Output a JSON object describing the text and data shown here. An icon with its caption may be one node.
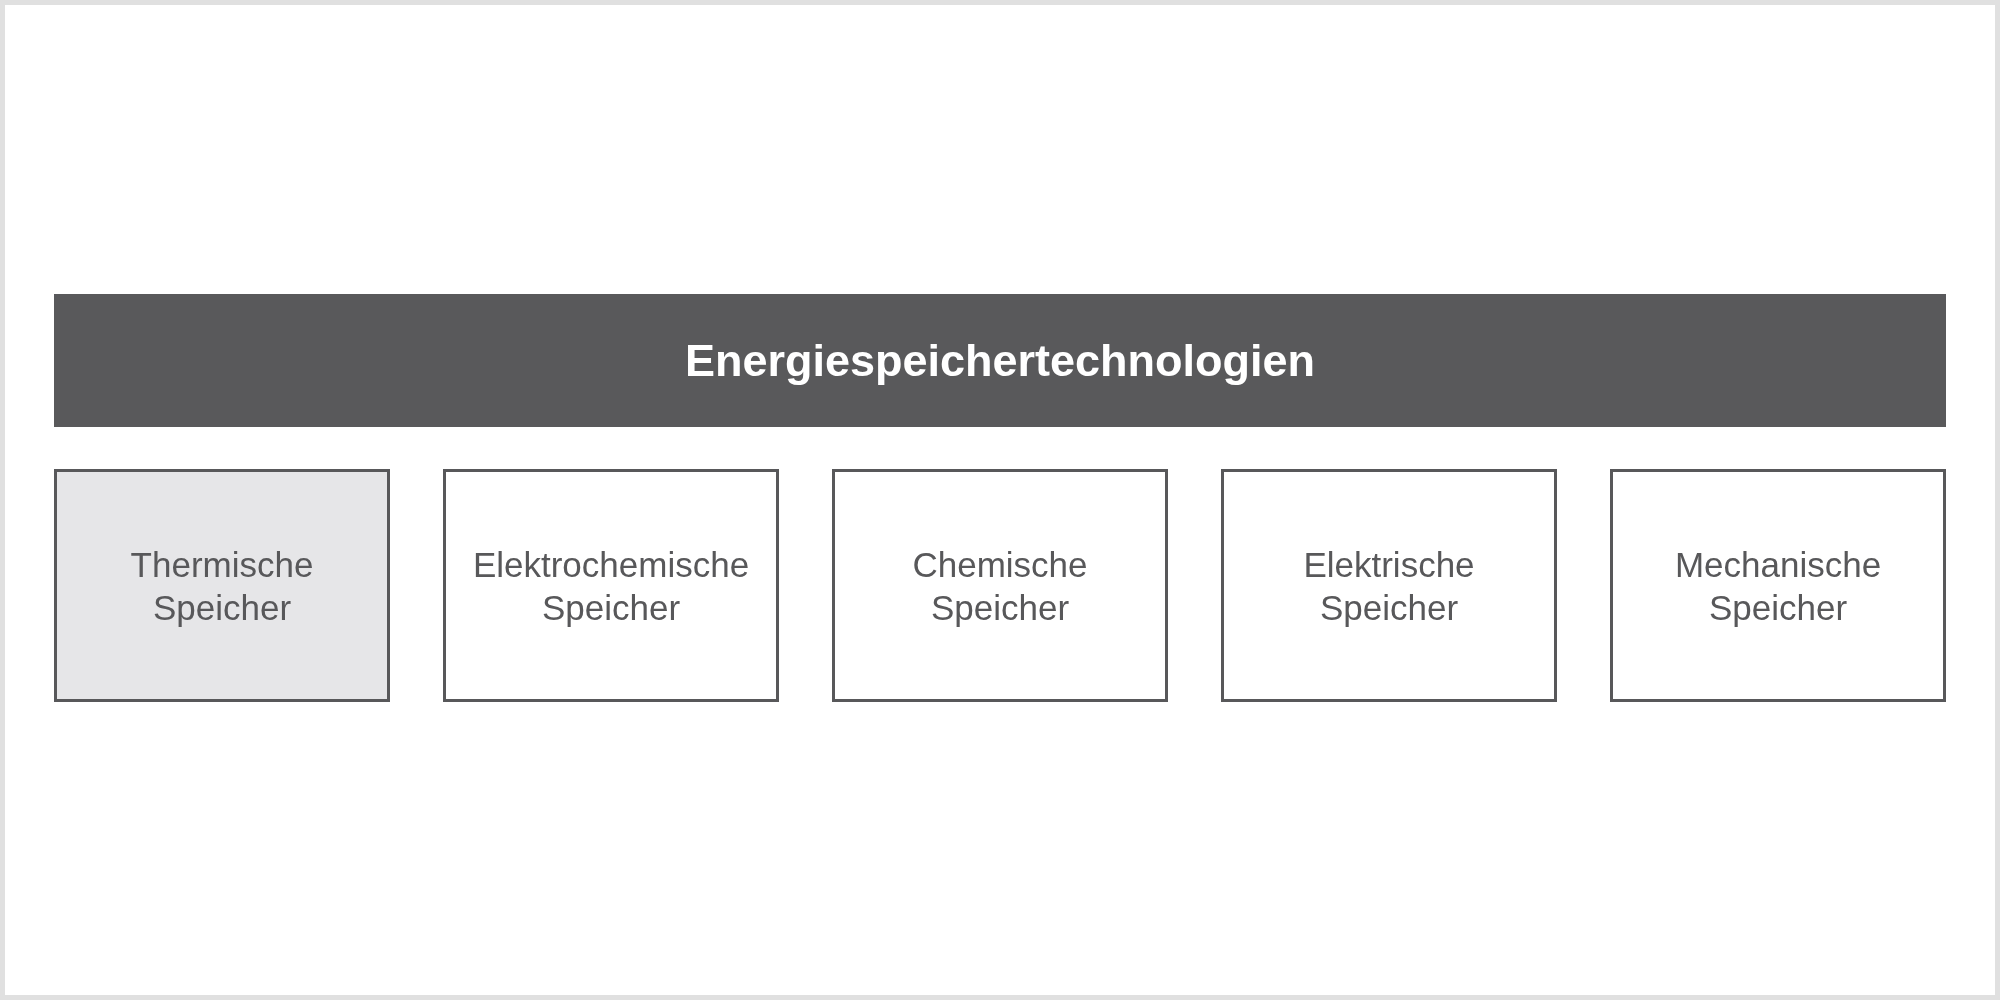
{
  "diagram": {
    "nodes": [
      {
        "text": [
          "Energiespeichertechnologien"
        ]
      },
      {
        "text": [
          "Thermische Speicher"
        ]
      },
      {
        "text": [
          "Elektrochemische Speicher"
        ]
      },
      {
        "text": [
          "Chemische Speicher"
        ]
      },
      {
        "text": [
          "Elektrische Speicher"
        ]
      },
      {
        "text": [
          "Mechanische Speicher"
        ]
      }
    ]
  }
}
